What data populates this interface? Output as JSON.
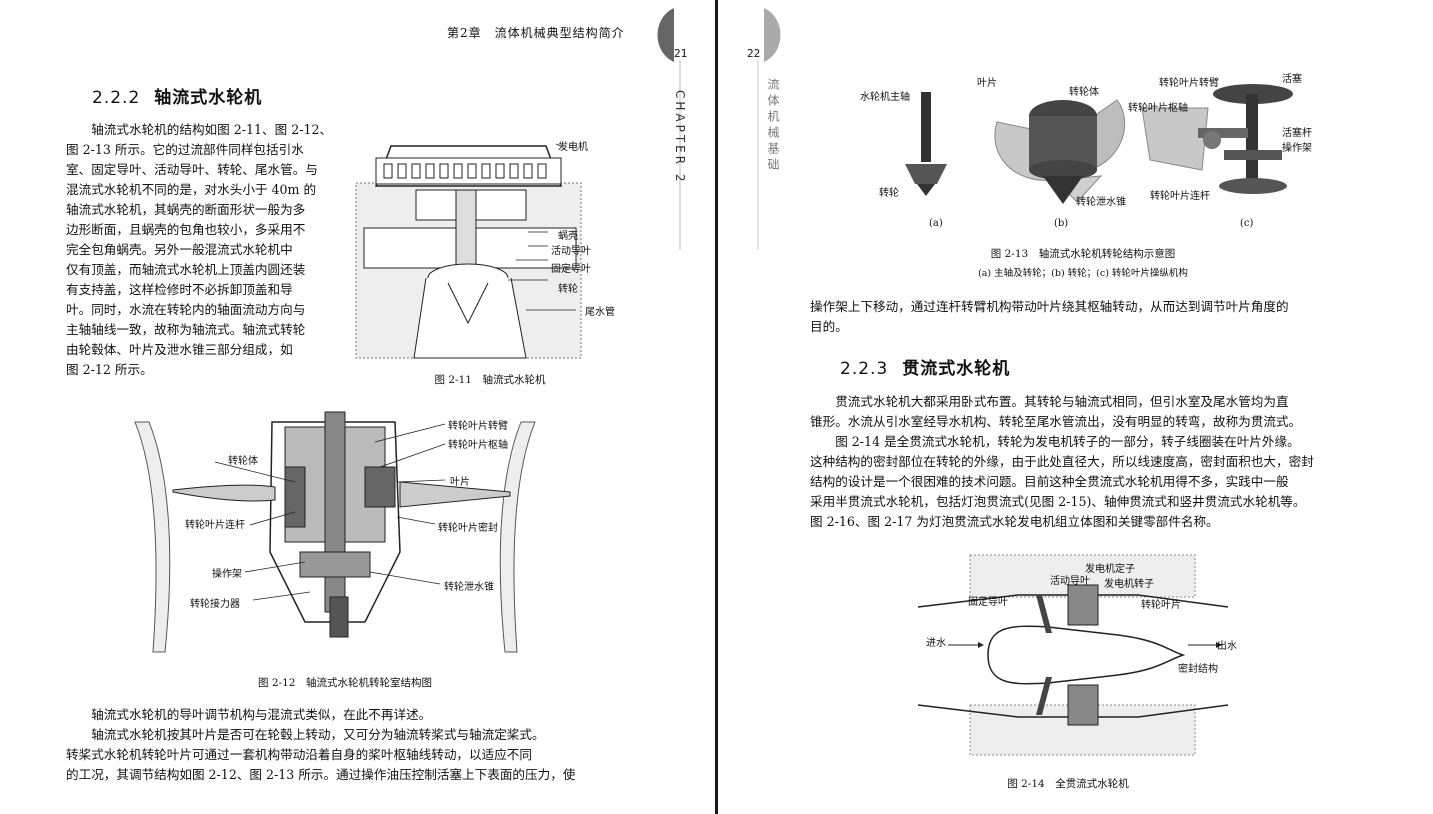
{
  "left_page": {
    "header": "第2章　流体机械典型结构简介",
    "page_number": "21",
    "chapter_tab": "CHAPTER 2",
    "section": {
      "number": "2.2.2",
      "title": "轴流式水轮机"
    },
    "intro_lines": [
      "轴流式水轮机的结构如图 2-11、图 2-12、",
      "图 2-13 所示。它的过流部件同样包括引水",
      "室、固定导叶、活动导叶、转轮、尾水管。与",
      "混流式水轮机不同的是，对水头小于 40m 的",
      "轴流式水轮机，其蜗壳的断面形状一般为多",
      "边形断面，且蜗壳的包角也较小，多采用不",
      "完全包角蜗壳。另外一般混流式水轮机中",
      "仅有顶盖，而轴流式水轮机上顶盖内圆还装",
      "有支持盖，这样检修时不必拆卸顶盖和导",
      "叶。同时，水流在转轮内的轴面流动方向与",
      "主轴轴线一致，故称为轴流式。轴流式转轮",
      "由轮毂体、叶片及泄水锥三部分组成，如",
      "图 2-12 所示。"
    ],
    "fig_2_11": {
      "caption": "图 2-11　轴流式水轮机",
      "labels": {
        "generator": "发电机",
        "volute": "蜗壳",
        "wicket_gate": "活动导叶",
        "stay_vane": "固定导叶",
        "runner": "转轮",
        "draft_tube": "尾水管"
      }
    },
    "fig_2_12": {
      "caption": "图 2-12　轴流式水轮机转轮室结构图",
      "labels": {
        "hub": "转轮体",
        "link": "转轮叶片连杆",
        "crosshead": "操作架",
        "servo": "转轮接力器",
        "blade_arm": "转轮叶片转臂",
        "blade_pivot": "转轮叶片枢轴",
        "blade": "叶片",
        "blade_seal": "转轮叶片密封",
        "cone": "转轮泄水锥"
      }
    },
    "bottom_lines": [
      {
        "text": "轴流式水轮机的导叶调节机构与混流式类似，在此不再详述。",
        "indent": true
      },
      {
        "text": "轴流式水轮机按其叶片是否可在轮毂上转动，又可分为轴流转桨式与轴流定桨式。",
        "indent": true
      },
      {
        "text": "转桨式水轮机转轮叶片可通过一套机构带动沿着自身的桨叶枢轴线转动，以适应不同",
        "indent": false
      },
      {
        "text": "的工况，其调节结构如图 2-12、图 2-13 所示。通过操作油压控制活塞上下表面的压力，使",
        "indent": false
      }
    ]
  },
  "right_page": {
    "page_number": "22",
    "side_title": "流体机械基础",
    "fig_2_13": {
      "caption": "图 2-13　轴流式水轮机转轮结构示意图",
      "subcaption": "(a) 主轴及转轮；(b) 转轮；(c) 转轮叶片操纵机构",
      "panel_a": "(a)",
      "panel_b": "(b)",
      "panel_c": "(c)",
      "labels": {
        "main_shaft": "水轮机主轴",
        "runner_a": "转轮",
        "blade": "叶片",
        "hub": "转轮体",
        "cone": "转轮泄水锥",
        "blade_arm": "转轮叶片转臂",
        "piston": "活塞",
        "blade_pivot": "转轮叶片枢轴",
        "piston_rod": "活塞杆",
        "crosshead": "操作架",
        "link": "转轮叶片连杆"
      }
    },
    "para_continue": [
      "操作架上下移动，通过连杆转臂机构带动叶片绕其枢轴转动，从而达到调节叶片角度的",
      "目的。"
    ],
    "section": {
      "number": "2.2.3",
      "title": "贯流式水轮机"
    },
    "body_lines": [
      {
        "text": "贯流式水轮机大都采用卧式布置。其转轮与轴流式相同，但引水室及尾水管均为直",
        "indent": true
      },
      {
        "text": "锥形。水流从引水室经导水机构、转轮至尾水管流出，没有明显的转弯，故称为贯流式。",
        "indent": false
      },
      {
        "text": "图 2-14 是全贯流式水轮机，转轮为发电机转子的一部分，转子线圈装在叶片外缘。",
        "indent": true
      },
      {
        "text": "这种结构的密封部位在转轮的外缘，由于此处直径大，所以线速度高，密封面积也大，密封",
        "indent": false
      },
      {
        "text": "结构的设计是一个很困难的技术问题。目前这种全贯流式水轮机用得不多，实践中一般",
        "indent": false
      },
      {
        "text": "采用半贯流式水轮机，包括灯泡贯流式(见图 2-15)、轴伸贯流式和竖井贯流式水轮机等。",
        "indent": false
      },
      {
        "text": "图 2-16、图 2-17 为灯泡贯流式水轮发电机组立体图和关键零部件名称。",
        "indent": false
      }
    ],
    "fig_2_14": {
      "caption": "图 2-14　全贯流式水轮机",
      "labels": {
        "stator": "发电机定子",
        "wicket_gate": "活动导叶",
        "rotor": "发电机转子",
        "stay_vane": "固定导叶",
        "runner_blade": "转轮叶片",
        "inlet": "进水",
        "outlet": "出水",
        "seal": "密封结构"
      }
    }
  }
}
